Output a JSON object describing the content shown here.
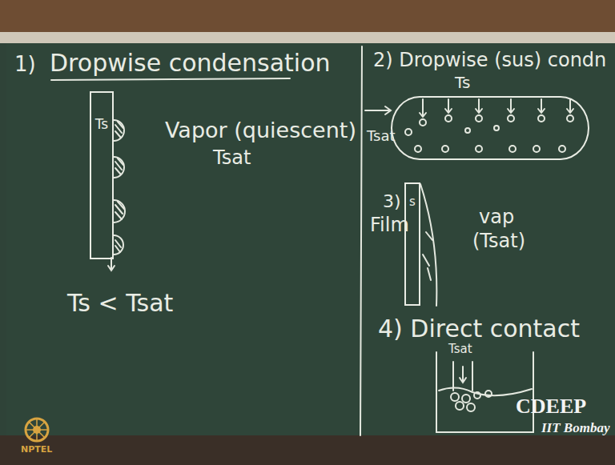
{
  "diagram": {
    "nodes": [
      {
        "text": [
          "Ts"
        ]
      },
      {
        "text": [
          "Ts"
        ]
      },
      {
        "text": [
          "s"
        ]
      }
    ],
    "labels": [
      "1)",
      "Dropwise condensation",
      "Vapor (quiescent)",
      "Tsat",
      "Ts < Tsat",
      "2) Dropwise (sus) condn",
      "Tsat",
      "3)",
      "Film",
      "vap",
      "(Tsat)",
      "4) Direct contact",
      "Tsat",
      "CDEEP",
      "IIT Bombay",
      "NPTEL"
    ]
  }
}
